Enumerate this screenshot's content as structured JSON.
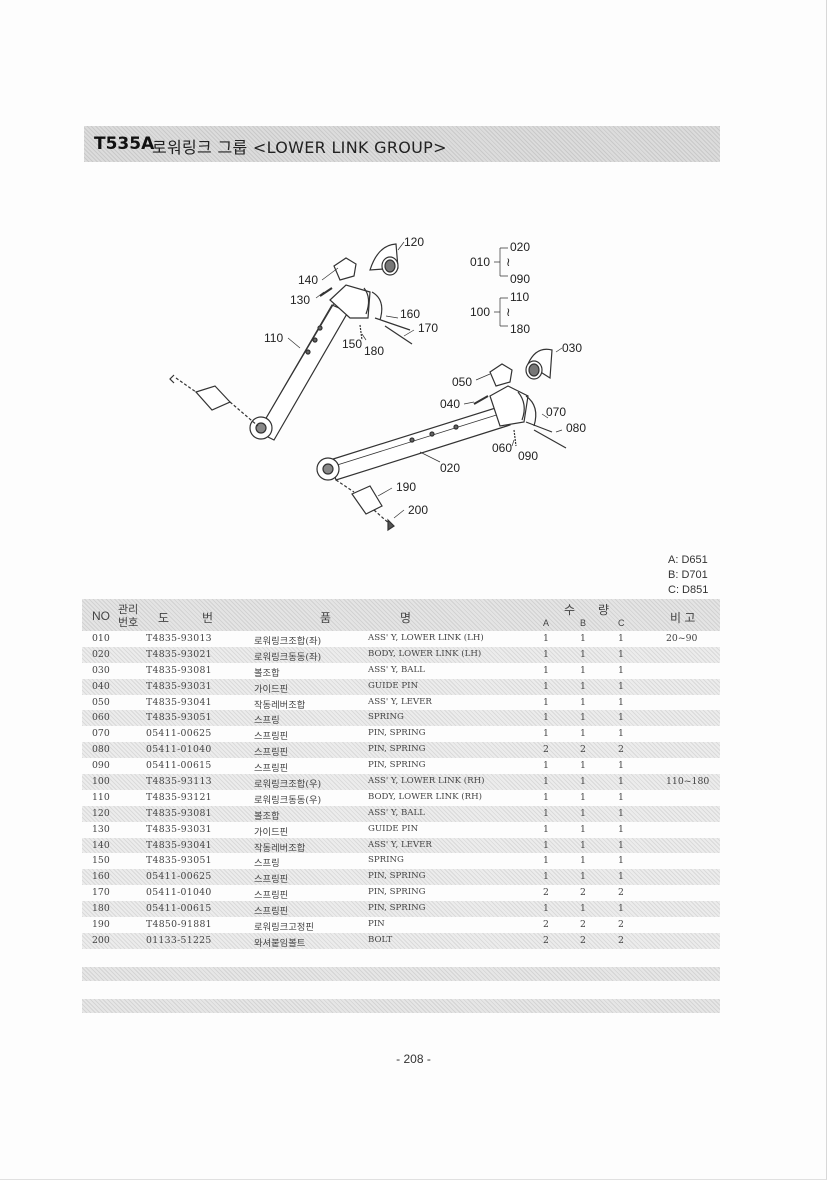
{
  "header": {
    "code": "T535A",
    "title": "로워링크 그룹 <LOWER LINK GROUP>"
  },
  "diagram": {
    "callouts": [
      "120",
      "140",
      "130",
      "110",
      "160",
      "170",
      "150",
      "180",
      "010",
      "020",
      "090",
      "100",
      "110",
      "180",
      "030",
      "050",
      "040",
      "070",
      "080",
      "060",
      "090",
      "020",
      "190",
      "200"
    ],
    "range_separator": "≀"
  },
  "variants": [
    "A: D651",
    "B: D701",
    "C: D851"
  ],
  "table": {
    "headers": {
      "no": "NO",
      "mgmt_line1": "관리",
      "mgmt_line2": "번호",
      "drawing_1": "도",
      "drawing_2": "번",
      "name_1": "품",
      "name_2": "명",
      "qty_1": "수",
      "qty_2": "량",
      "col_a": "A",
      "col_b": "B",
      "col_c": "C",
      "remark": "비 고"
    },
    "rows": [
      {
        "no": "010",
        "part": "T4835-93013",
        "kname": "로워링크조합(좌)",
        "ename": "ASS' Y, LOWER LINK (LH)",
        "a": "1",
        "b": "1",
        "c": "1",
        "remark": "20~90"
      },
      {
        "no": "020",
        "part": "T4835-93021",
        "kname": "로워링크동동(좌)",
        "ename": "BODY, LOWER LINK (LH)",
        "a": "1",
        "b": "1",
        "c": "1",
        "remark": ""
      },
      {
        "no": "030",
        "part": "T4835-93081",
        "kname": "볼조합",
        "ename": "ASS' Y, BALL",
        "a": "1",
        "b": "1",
        "c": "1",
        "remark": ""
      },
      {
        "no": "040",
        "part": "T4835-93031",
        "kname": "가이드핀",
        "ename": "GUIDE PIN",
        "a": "1",
        "b": "1",
        "c": "1",
        "remark": ""
      },
      {
        "no": "050",
        "part": "T4835-93041",
        "kname": "작동레버조합",
        "ename": "ASS' Y, LEVER",
        "a": "1",
        "b": "1",
        "c": "1",
        "remark": ""
      },
      {
        "no": "060",
        "part": "T4835-93051",
        "kname": "스프링",
        "ename": "SPRING",
        "a": "1",
        "b": "1",
        "c": "1",
        "remark": ""
      },
      {
        "no": "070",
        "part": "05411-00625",
        "kname": "스프링핀",
        "ename": "PIN, SPRING",
        "a": "1",
        "b": "1",
        "c": "1",
        "remark": ""
      },
      {
        "no": "080",
        "part": "05411-01040",
        "kname": "스프링핀",
        "ename": "PIN, SPRING",
        "a": "2",
        "b": "2",
        "c": "2",
        "remark": ""
      },
      {
        "no": "090",
        "part": "05411-00615",
        "kname": "스프링핀",
        "ename": "PIN, SPRING",
        "a": "1",
        "b": "1",
        "c": "1",
        "remark": ""
      },
      {
        "no": "100",
        "part": "T4835-93113",
        "kname": "로워링크조합(우)",
        "ename": "ASS' Y, LOWER LINK (RH)",
        "a": "1",
        "b": "1",
        "c": "1",
        "remark": "110~180"
      },
      {
        "no": "110",
        "part": "T4835-93121",
        "kname": "로워링크동동(우)",
        "ename": "BODY, LOWER LINK (RH)",
        "a": "1",
        "b": "1",
        "c": "1",
        "remark": ""
      },
      {
        "no": "120",
        "part": "T4835-93081",
        "kname": "볼조합",
        "ename": "ASS' Y, BALL",
        "a": "1",
        "b": "1",
        "c": "1",
        "remark": ""
      },
      {
        "no": "130",
        "part": "T4835-93031",
        "kname": "가이드핀",
        "ename": "GUIDE PIN",
        "a": "1",
        "b": "1",
        "c": "1",
        "remark": ""
      },
      {
        "no": "140",
        "part": "T4835-93041",
        "kname": "작동레버조합",
        "ename": "ASS' Y, LEVER",
        "a": "1",
        "b": "1",
        "c": "1",
        "remark": ""
      },
      {
        "no": "150",
        "part": "T4835-93051",
        "kname": "스프링",
        "ename": "SPRING",
        "a": "1",
        "b": "1",
        "c": "1",
        "remark": ""
      },
      {
        "no": "160",
        "part": "05411-00625",
        "kname": "스프링핀",
        "ename": "PIN, SPRING",
        "a": "1",
        "b": "1",
        "c": "1",
        "remark": ""
      },
      {
        "no": "170",
        "part": "05411-01040",
        "kname": "스프링핀",
        "ename": "PIN, SPRING",
        "a": "2",
        "b": "2",
        "c": "2",
        "remark": ""
      },
      {
        "no": "180",
        "part": "05411-00615",
        "kname": "스프링핀",
        "ename": "PIN, SPRING",
        "a": "1",
        "b": "1",
        "c": "1",
        "remark": ""
      },
      {
        "no": "190",
        "part": "T4850-91881",
        "kname": "로워링크고정핀",
        "ename": "PIN",
        "a": "2",
        "b": "2",
        "c": "2",
        "remark": ""
      },
      {
        "no": "200",
        "part": "01133-51225",
        "kname": "와셔붙임볼트",
        "ename": "BOLT",
        "a": "2",
        "b": "2",
        "c": "2",
        "remark": ""
      }
    ]
  },
  "footer": {
    "page_number": "- 208 -"
  }
}
